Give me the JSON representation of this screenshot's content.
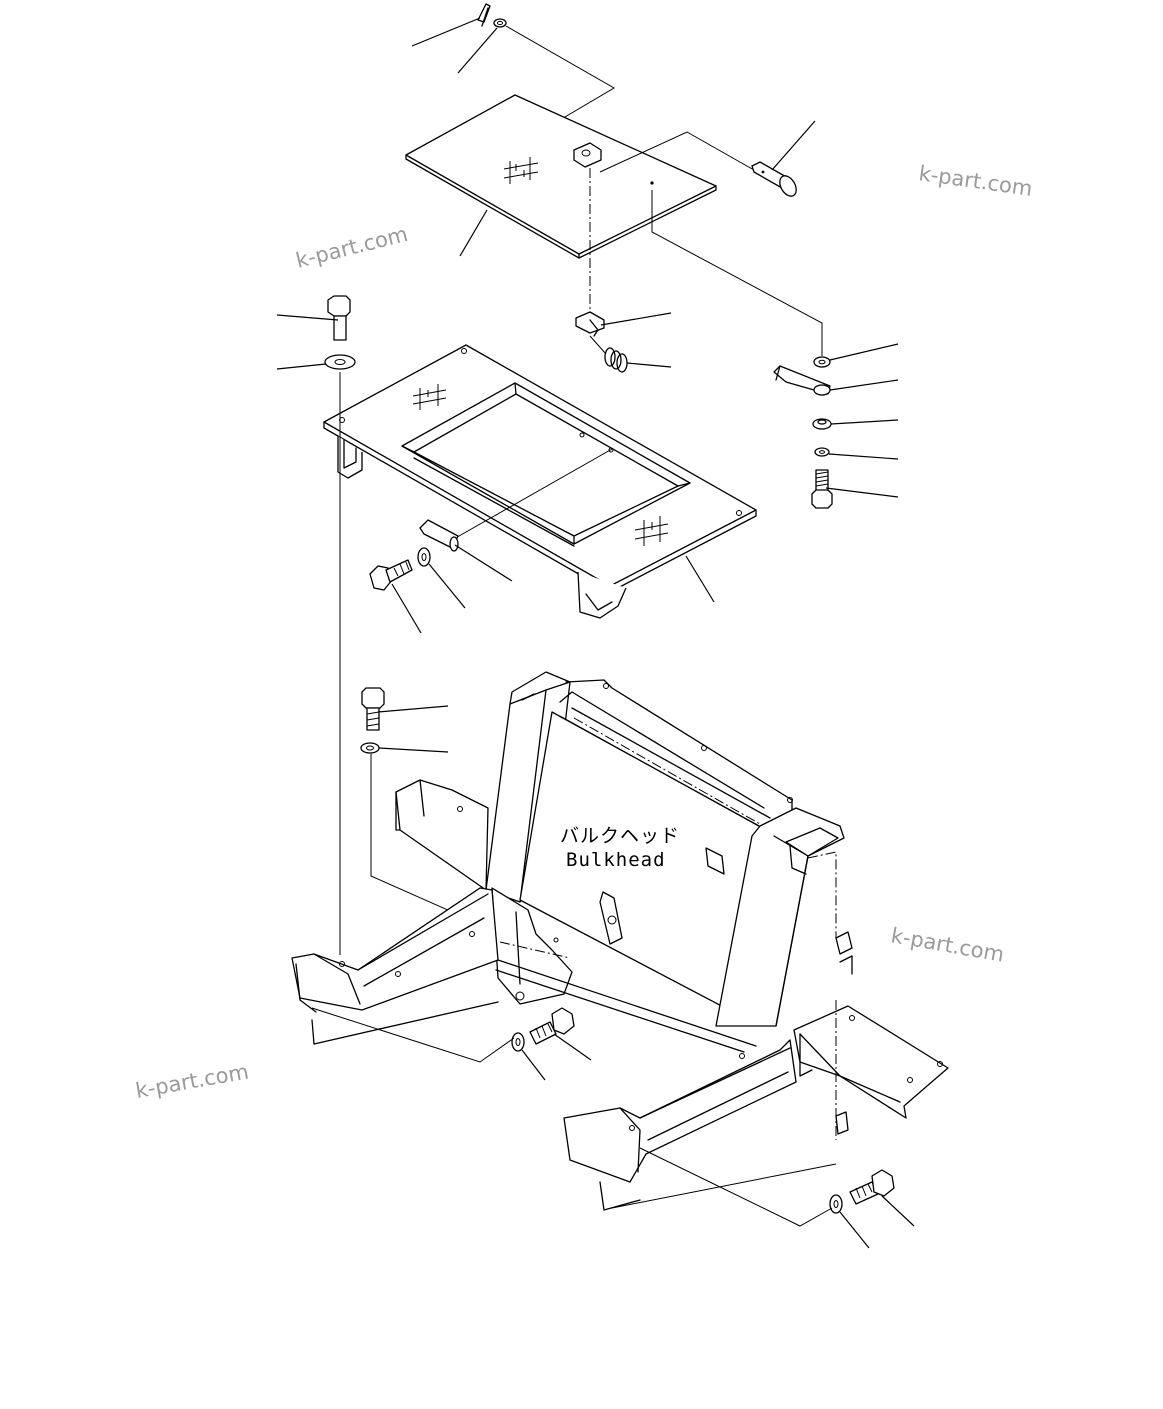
{
  "diagram": {
    "labels": {
      "jp": "バルクヘッド",
      "en": "Bulkhead"
    },
    "watermarks": [
      "k-part.com",
      "k-part.com",
      "k-part.com",
      "k-part.com"
    ]
  }
}
